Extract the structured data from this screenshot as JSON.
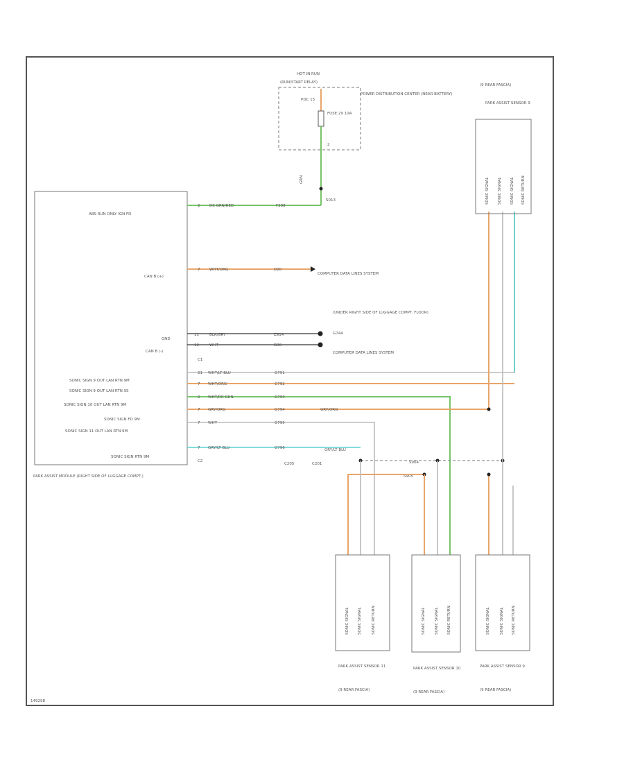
{
  "fuse_box": {
    "hot_label": "HOT IN RUN",
    "title": "POWER DISTRIBUTION CENTER (NEAR BATTERY)",
    "relay": "(RUN/START RELAY)",
    "fuse": "FUSE 29 10A",
    "pdc_pin": "PDC 15",
    "pin": "2",
    "wire_label": "GRN",
    "splice": "S013"
  },
  "module": {
    "title": "PARK ASSIST MODULE (RIGHT SIDE OF LUGGAGE COMPT.)",
    "pins_left": [
      "ABS RUN ONLY IGN FD",
      "CAN B (+)",
      "CAN B (-)",
      "SONIC SIGN 9 OUT LAN RTN 9M",
      "SONIC SIGN 9 OUT LAN RTN 9S",
      "SONIC SIGN 10 OUT LAN RTN 9M",
      "SONIC SIGN FD 9M",
      "SONIC SIGN 11 OUT LAN RTN 9M",
      "SONIC SIGN RTN 9M"
    ],
    "connector_c1": "C1",
    "connector_c2": "C2",
    "gnd_label": "GND"
  },
  "wires": [
    {
      "pin": "2",
      "color_code": "DK GRN/RED",
      "circuit": "F308"
    },
    {
      "pin": "7",
      "color_code": "WHT/ORG",
      "circuit": "D20"
    },
    {
      "pin": "11",
      "color_code": "BLK/GRY",
      "circuit": "Z914"
    },
    {
      "pin": "12",
      "color_code": "WHT",
      "circuit": "D30"
    },
    {
      "pin": "21",
      "color_code": "WHT/LT BLU",
      "circuit": "G791"
    },
    {
      "pin": "7",
      "color_code": "WHT/ORG",
      "circuit": "G792"
    },
    {
      "pin": "2",
      "color_code": "WHT/DK GRN",
      "circuit": "G793"
    },
    {
      "pin": "7",
      "color_code": "GRY/ORG",
      "circuit": "G794"
    },
    {
      "pin": "7",
      "color_code": "WHT",
      "circuit": "G795"
    },
    {
      "pin": "7",
      "color_code": "GRY/LT BLU",
      "circuit": "G796"
    }
  ],
  "data_link": "COMPUTER DATA LINES SYSTEM",
  "ground_note": "(UNDER RIGHT SIDE OF LUGGAGE COMPT. FLOOR)",
  "ground_id": "G744",
  "data_link_2": "COMPUTER DATA LINES SYSTEM",
  "splices": {
    "s1": "S904",
    "s2": "S905",
    "conn": "C205",
    "conn2": "C201"
  },
  "sensors": {
    "top": {
      "title": "PARK ASSIST SENSOR 9",
      "location": "(9 REAR FASCIA)",
      "pins": [
        "SONIC SIGNAL",
        "SONIC SIGNAL",
        "SONIC SIGNAL",
        "SONIC RETURN"
      ]
    },
    "s11": {
      "title": "PARK ASSIST SENSOR 11",
      "location": "(9 REAR FASCIA)",
      "pins": [
        "SONIC SIGNAL",
        "SONIC SIGNAL",
        "SONIC RETURN"
      ]
    },
    "s10": {
      "title": "PARK ASSIST SENSOR 10",
      "location": "(9 REAR FASCIA)",
      "pins": [
        "SONIC SIGNAL",
        "SONIC SIGNAL",
        "SONIC RETURN"
      ]
    },
    "s9": {
      "title": "PARK ASSIST SENSOR 9",
      "location": "(9 REAR FASCIA)",
      "pins": [
        "SONIC SIGNAL",
        "SONIC SIGNAL",
        "SONIC RETURN"
      ]
    }
  },
  "footer_id": "149298"
}
